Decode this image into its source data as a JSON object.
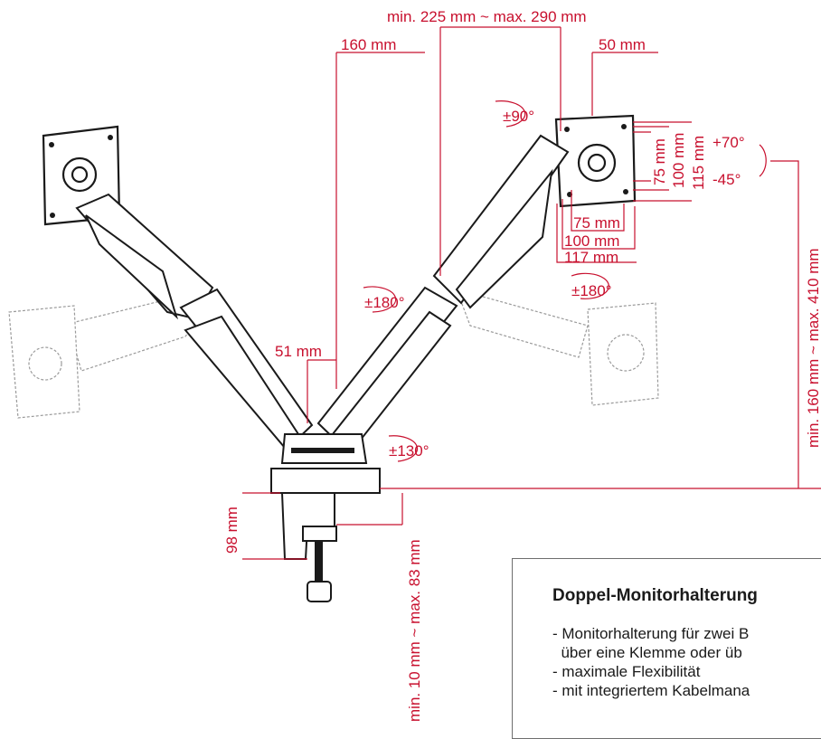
{
  "dimensions": {
    "reach_range": "min. 225 mm ~ max. 290 mm",
    "arm_offset": "160 mm",
    "plate_offset": "50 mm",
    "pole_width": "51 mm",
    "vesa_h1": "75 mm",
    "vesa_h2": "100 mm",
    "vesa_h3": "117 mm",
    "vesa_v1": "75 mm",
    "vesa_v2": "100 mm",
    "vesa_v3": "115 mm",
    "height_range": "min. 160 mm ~ max. 410 mm",
    "clamp_height": "98 mm",
    "clamp_range": "min. 10 mm ~ max. 83 mm"
  },
  "angles": {
    "rotate": "±90°",
    "tilt_up": "+70°",
    "tilt_down": "-45°",
    "swivel_head": "±180°",
    "swivel_arm": "±180°",
    "swivel_base": "±130°"
  },
  "info": {
    "title": "Doppel-Monitorhalterung",
    "items": [
      "- Monitorhalterung für zwei B",
      "  über eine Klemme oder üb",
      "- maximale Flexibilität",
      "- mit integriertem Kabelmana"
    ]
  },
  "colors": {
    "dimension": "#c8102e",
    "outline": "#1a1a1a"
  }
}
